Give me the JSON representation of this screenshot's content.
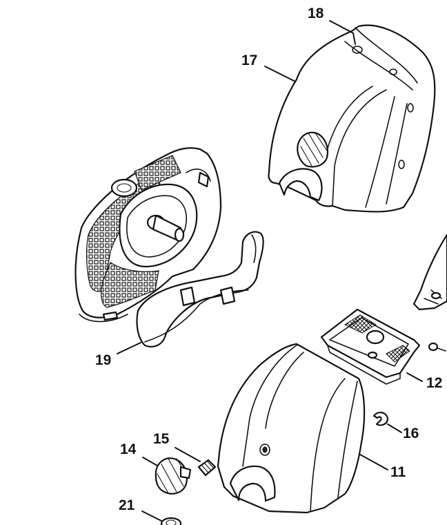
{
  "callouts": {
    "c11": "11",
    "c12": "12",
    "c14": "14",
    "c15": "15",
    "c16": "16",
    "c17": "17",
    "c18": "18",
    "c19": "19",
    "c21": "21"
  },
  "colors": {
    "line": "#111111",
    "background": "#ffffff"
  }
}
